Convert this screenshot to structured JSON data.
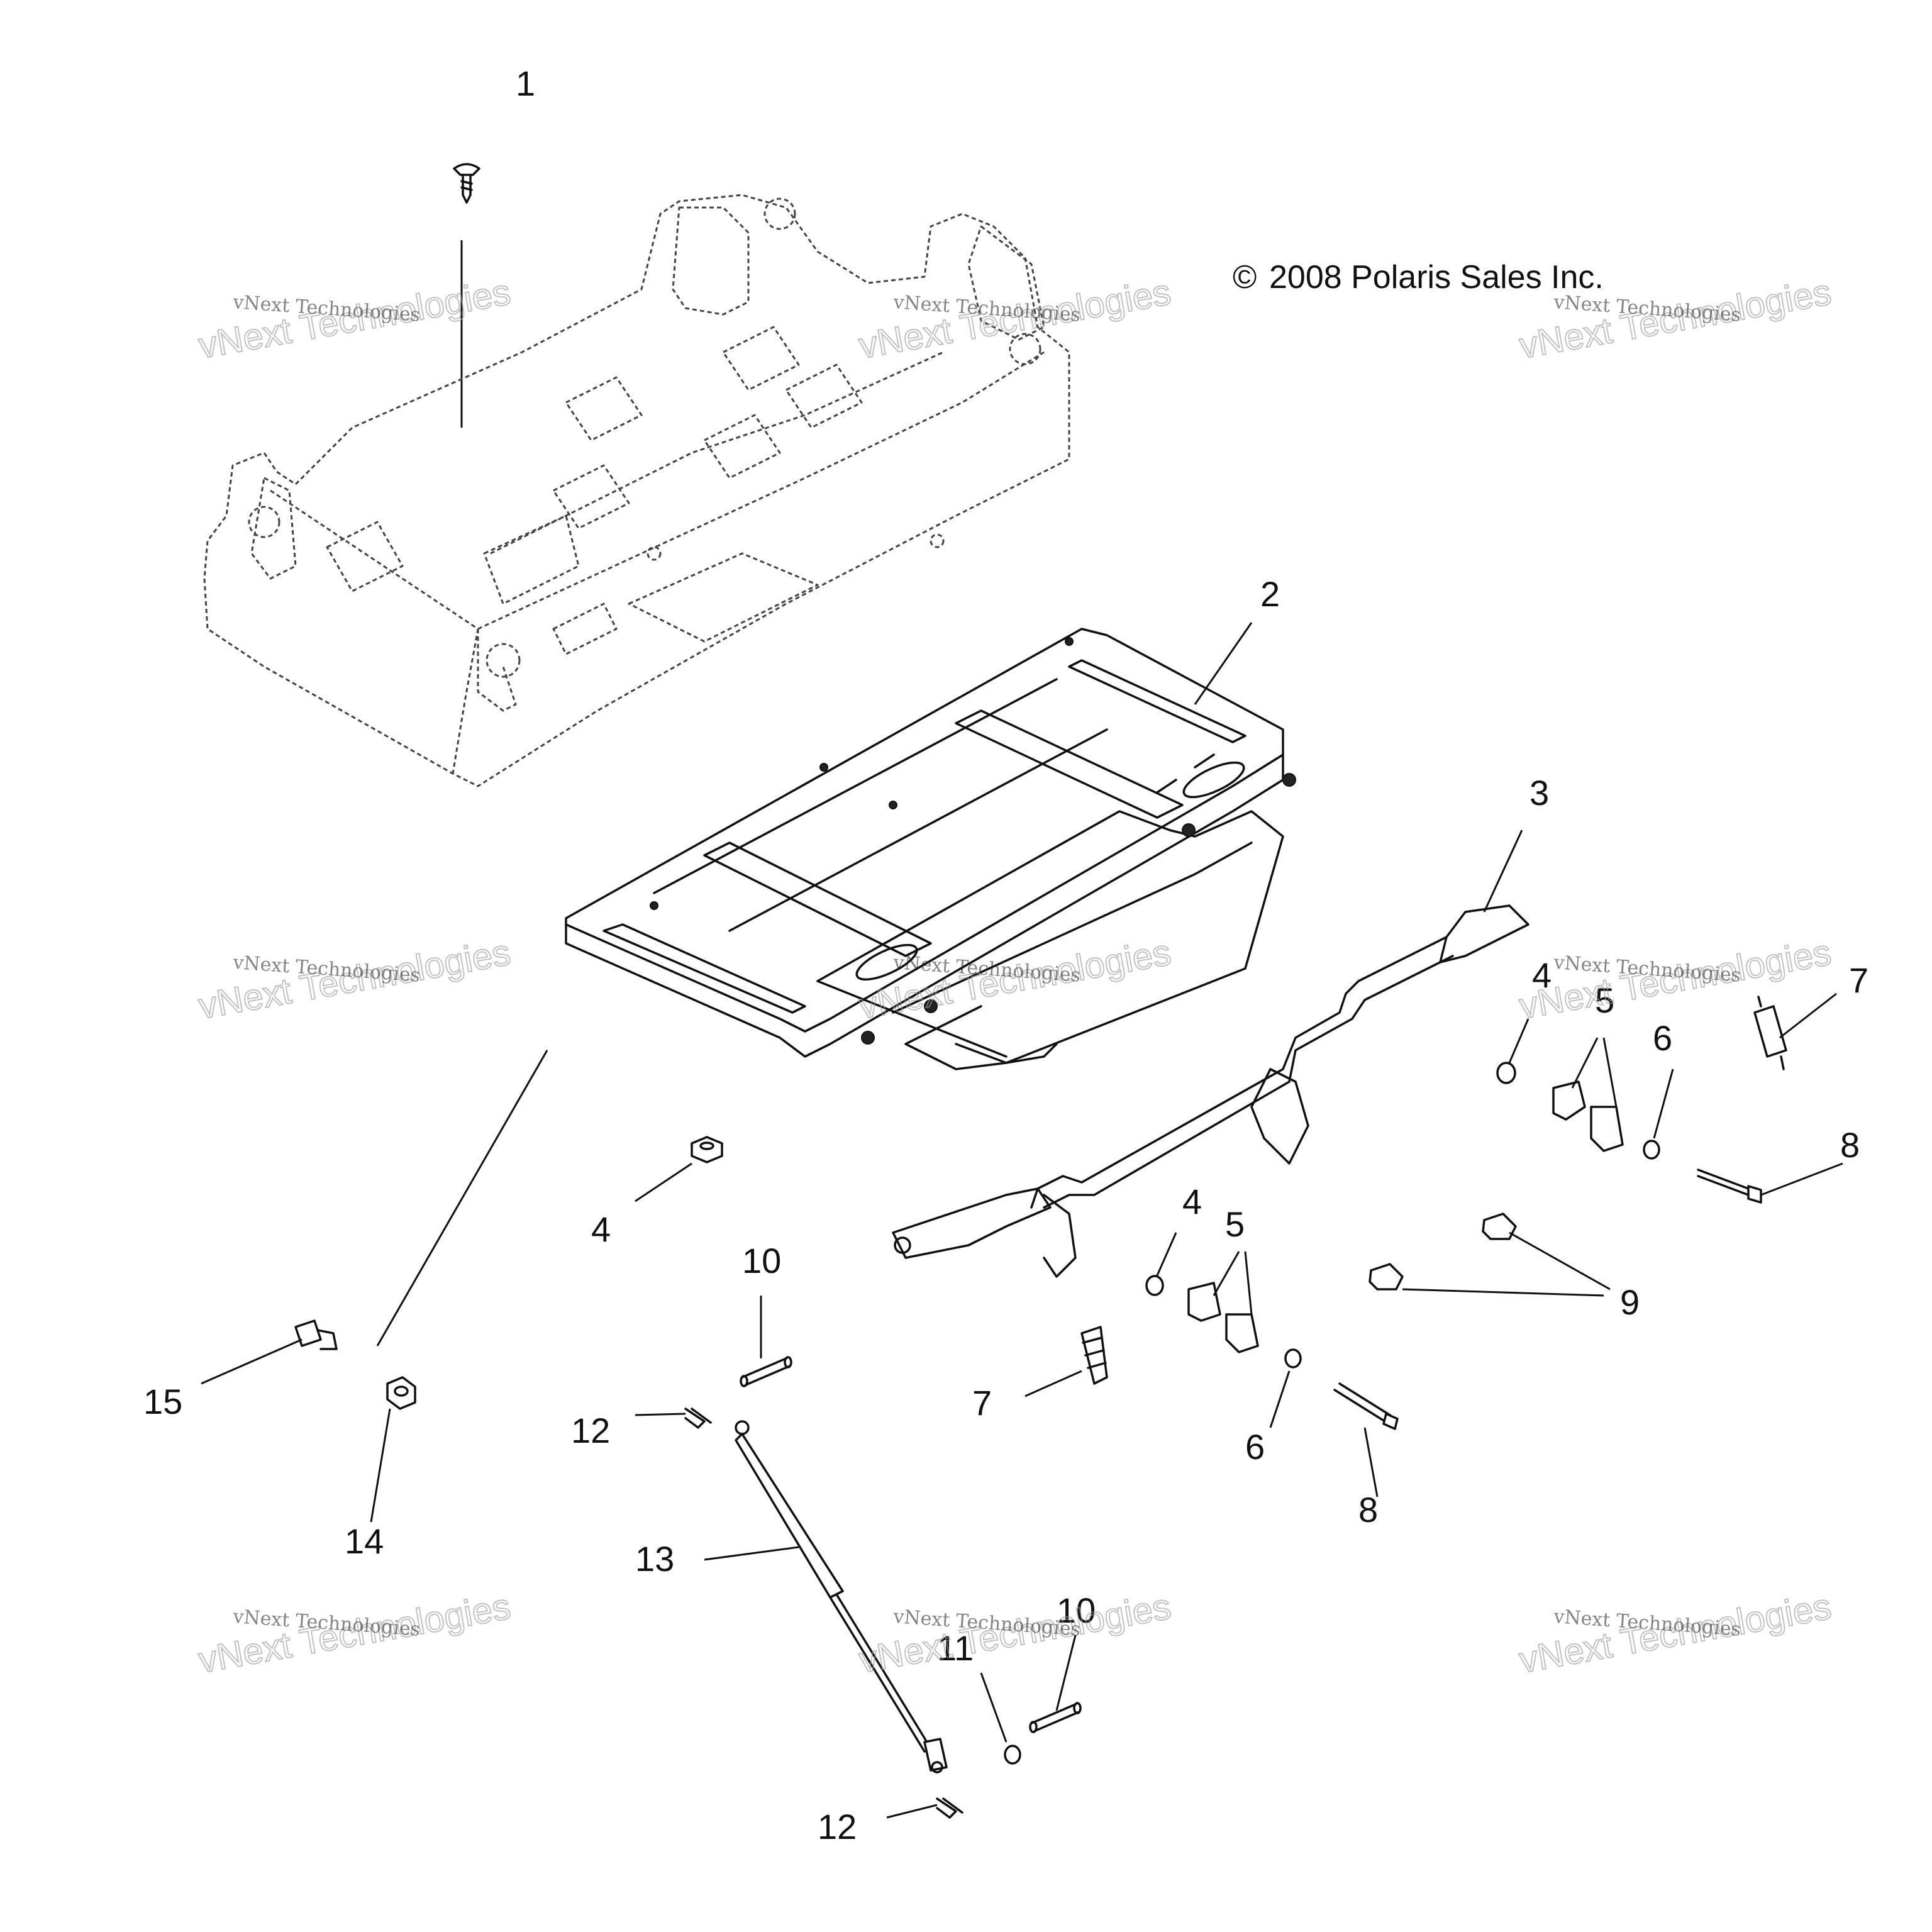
{
  "copyright": "2008 Polaris Sales Inc.",
  "copyright_symbol": "©",
  "watermark": {
    "line1": "vNext Technologies",
    "line2": "vNext Technologies"
  },
  "callouts": {
    "c1": "1",
    "c2": "2",
    "c3": "3",
    "c4a": "4",
    "c4b": "4",
    "c4c": "4",
    "c5a": "5",
    "c5b": "5",
    "c6a": "6",
    "c6b": "6",
    "c7a": "7",
    "c7b": "7",
    "c8a": "8",
    "c8b": "8",
    "c9": "9",
    "c10a": "10",
    "c10b": "10",
    "c11": "11",
    "c12a": "12",
    "c12b": "12",
    "c13": "13",
    "c14": "14",
    "c15": "15"
  }
}
